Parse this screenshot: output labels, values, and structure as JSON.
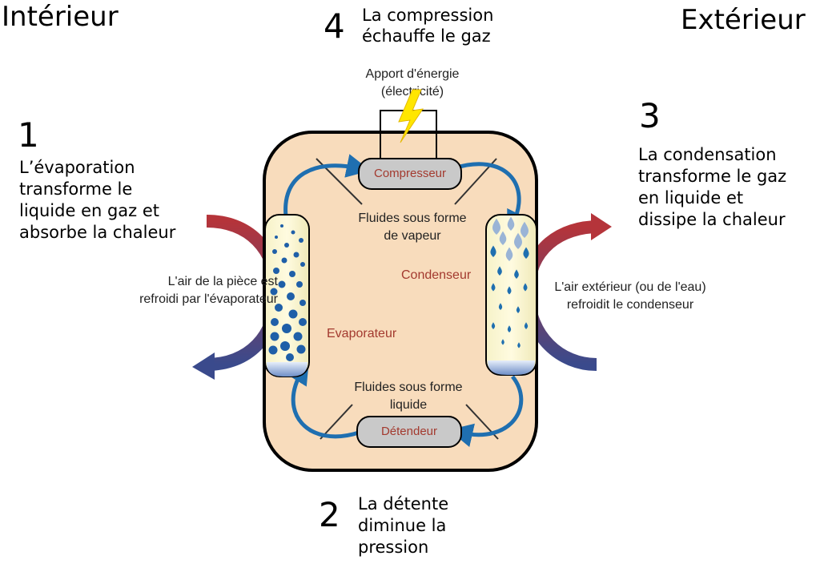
{
  "corners": {
    "interior": "Intérieur",
    "exterior": "Extérieur"
  },
  "steps": {
    "step4": {
      "number": "4",
      "lines": [
        "La compression",
        "échauffe le gaz"
      ]
    },
    "step1": {
      "number": "1",
      "lines": [
        "L’évaporation",
        "transforme le",
        "liquide en gaz et",
        "absorbe la chaleur"
      ]
    },
    "step3": {
      "number": "3",
      "lines": [
        "La condensation",
        "transforme le gaz",
        "en liquide et",
        "dissipe la chaleur"
      ]
    },
    "step2": {
      "number": "2",
      "lines": [
        "La détente",
        "diminue la",
        "pression"
      ]
    }
  },
  "energy": {
    "line1": "Apport d'énergie",
    "line2": "(électricité)"
  },
  "components": {
    "compressor": "Compresseur",
    "expander": "Détendeur",
    "evaporator": "Evaporateur",
    "condenser": "Condenseur"
  },
  "fluids": {
    "vapor": [
      "Fluides sous forme",
      "de vapeur"
    ],
    "liquid": [
      "Fluides sous forme",
      "liquide"
    ]
  },
  "air": {
    "room": [
      "L'air de la pièce est",
      "refroidi par l'évaporateur"
    ],
    "outside": [
      "L'air extérieur (ou de l'eau)",
      "refroidit le condenseur"
    ]
  },
  "colors": {
    "body_fill": "#f8dcbc",
    "flow_blue": "#1f6fb0",
    "hot_red": "#b5343a",
    "cold_blue": "#3a4a8c",
    "bolt_yellow": "#ffe600",
    "pill_grey": "#c9c9c9"
  }
}
